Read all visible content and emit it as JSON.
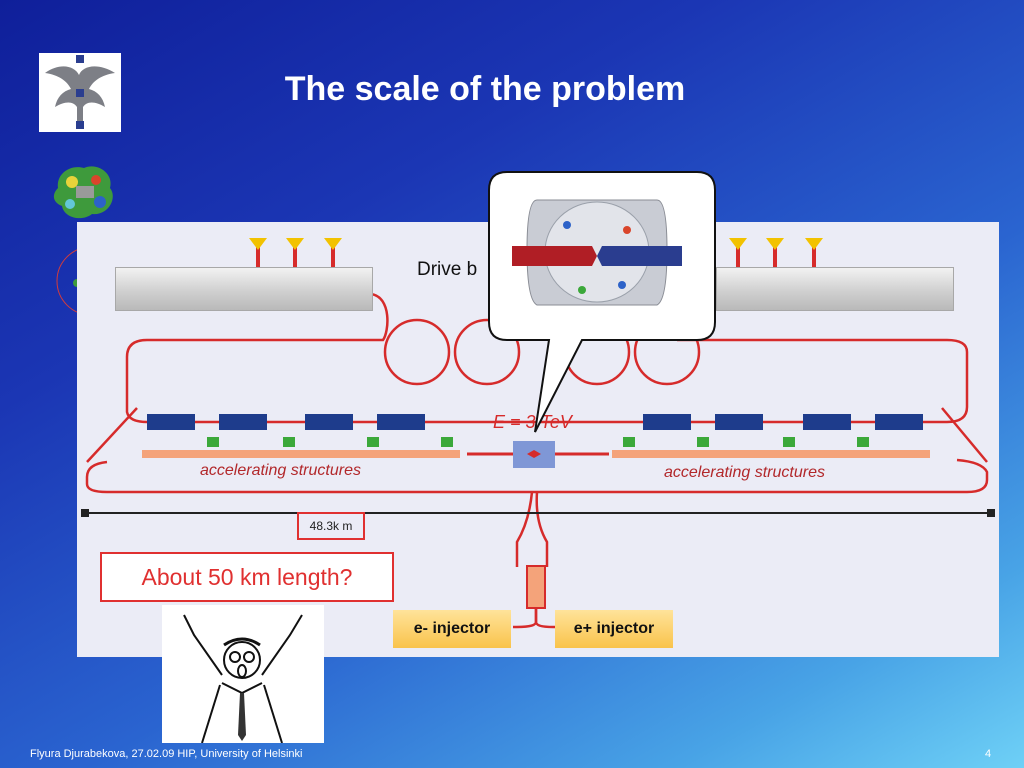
{
  "slide": {
    "title": "The scale of the problem",
    "footer": "Flyura Djurabekova, 27.02.09 HIP, University of Helsinki",
    "page_number": "4"
  },
  "diagram": {
    "drive_beam_label": "Drive b",
    "accelerating_left": "accelerating structures",
    "accelerating_right": "accelerating structures",
    "energy_label": "E = 3 TeV",
    "length_label": "48.3k m",
    "e_minus_injector": "e- injector",
    "e_plus_injector": "e+ injector"
  },
  "callout": {
    "text": "About 50 km length?"
  },
  "colors": {
    "accent_red": "#e03030",
    "beam_red": "#d62b2b",
    "klystron_blue": "#1e3c8c",
    "injector_yellow": "#f9c34b"
  },
  "icons": [
    "university-logo-icon",
    "molecule-icon",
    "detector-icon",
    "cartoon-person-icon"
  ]
}
